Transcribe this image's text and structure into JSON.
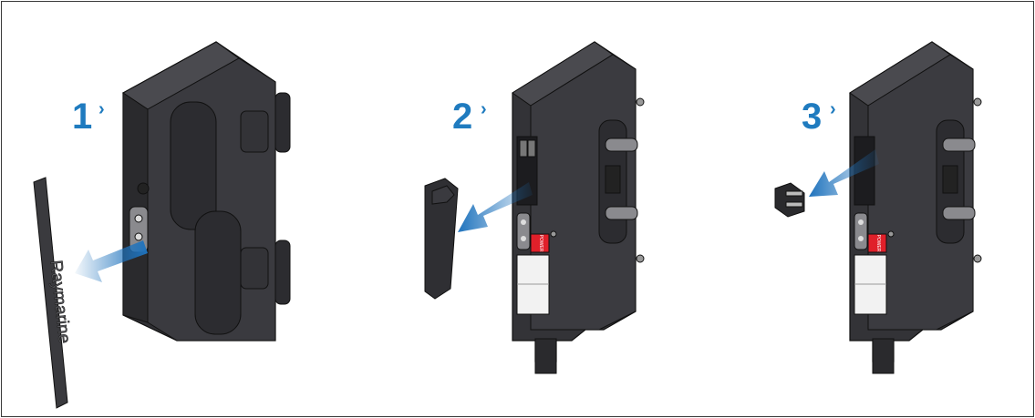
{
  "steps": [
    {
      "number": "1",
      "arrow": "›"
    },
    {
      "number": "2",
      "arrow": "›"
    },
    {
      "number": "3",
      "arrow": "›"
    }
  ],
  "cover_logo": "Raymarine",
  "power_label": "POWER",
  "colors": {
    "step": "#1f7bbf",
    "body_dark": "#2b2b2e",
    "body_mid": "#3c3c40",
    "body_light": "#55555a",
    "label_red": "#e0202a",
    "arrow_blue": "#2f86cf",
    "frame": "#3a3a3a"
  }
}
